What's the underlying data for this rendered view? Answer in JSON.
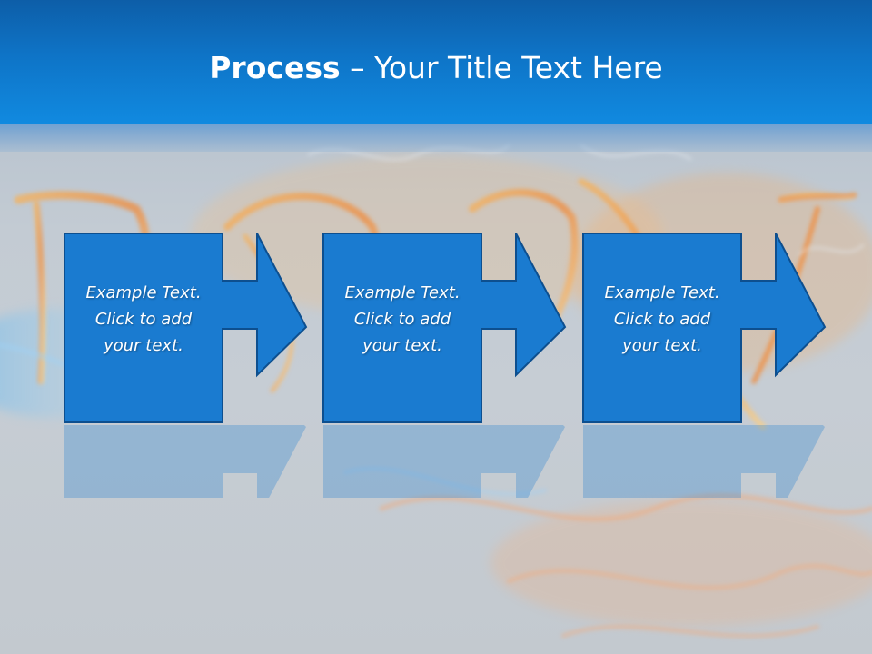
{
  "title": {
    "bold": "Process",
    "rest": " – Your Title Text Here"
  },
  "steps": [
    {
      "lines": [
        "Example Text.",
        "Click  to add",
        "your text."
      ]
    },
    {
      "lines": [
        "Example Text.",
        "Click  to add",
        "your text."
      ]
    },
    {
      "lines": [
        "Example Text.",
        "Click  to add",
        "your text."
      ]
    }
  ],
  "colors": {
    "title_band": "#0e74c7",
    "step_fill": "#1a7bd0",
    "step_border": "#0d4f8f",
    "title_text": "#ffffff"
  }
}
